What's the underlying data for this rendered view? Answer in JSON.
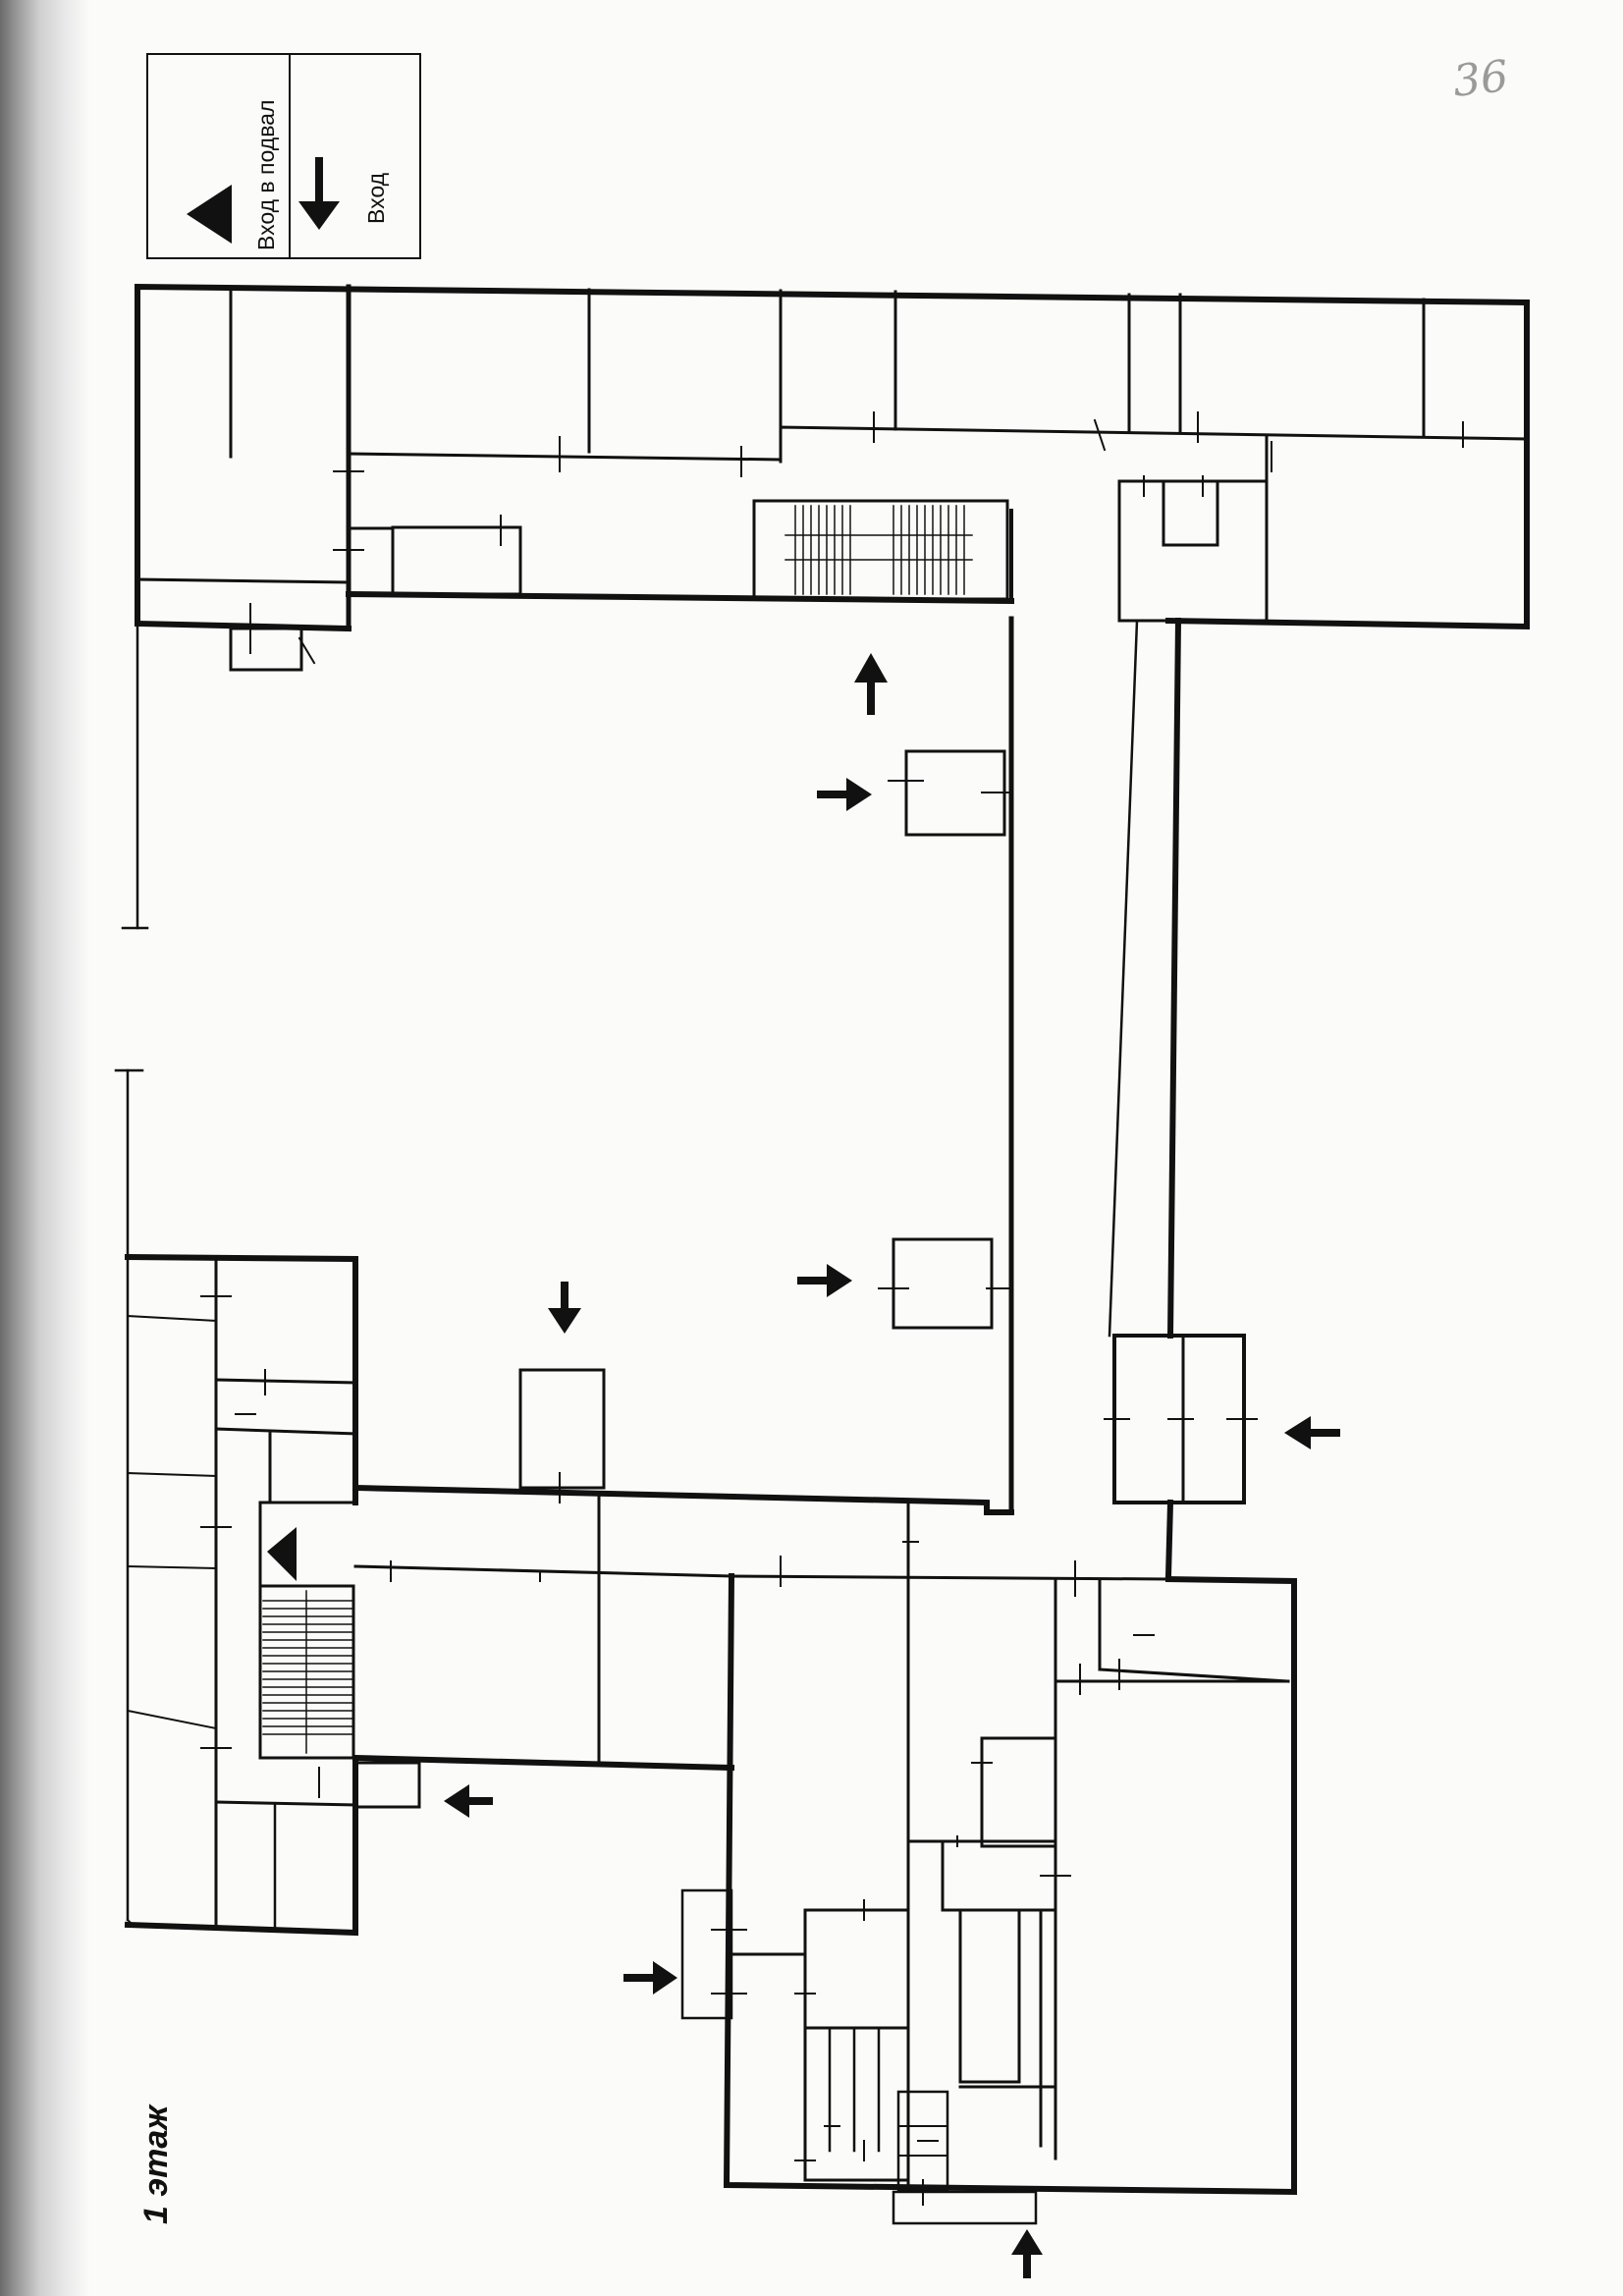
{
  "legend": {
    "basement_entrance_label": "Вход в подвал",
    "entrance_label": "Вход",
    "basement_entrance_icon": "triangle-left-icon",
    "entrance_icon": "arrow-down-icon"
  },
  "floor_label": "1 этаж",
  "page_number": "36",
  "colors": {
    "wall": "#111111",
    "paper": "#fbfbf9"
  }
}
